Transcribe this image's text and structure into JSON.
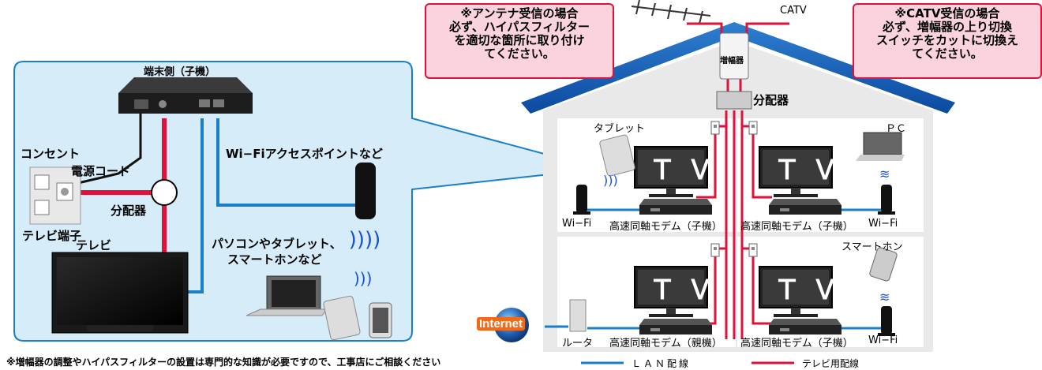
{
  "callouts": {
    "antenna": [
      "※アンテナ受信の場合",
      "必ず、ハイパスフィルター",
      "を適切な箇所に取り付け",
      "てください。"
    ],
    "catv": [
      "※CATV受信の場合",
      "必ず、増幅器の上り切換",
      "スイッチをカットに切換え",
      "てください。"
    ]
  },
  "house": {
    "catv_label": "CATV",
    "amplifier_label": "増幅器",
    "splitter_label": "分配器",
    "tablet_label": "タブレット",
    "pc_label": "ＰＣ",
    "smartphone_label": "スマートホン",
    "tv_text": "ＴＶ",
    "room_tl": {
      "wifi": "Wi−Fi",
      "modem": "高速同軸モデム（子機）"
    },
    "room_tr": {
      "modem": "高速同軸モデム（子機）",
      "wifi": "Wi−Fi"
    },
    "room_bl": {
      "router": "ルータ",
      "modem": "高速同軸モデム（親機）"
    },
    "room_br": {
      "modem": "高速同軸モデム（子機）",
      "wifi": "Wi−Fi"
    },
    "internet": "Internet"
  },
  "detail": {
    "terminal_label": "端末側（子機）",
    "outlet_label": "コンセント",
    "power_cord_label": "電源コード",
    "splitter_label": "分配器",
    "tv_terminal_label": "テレビ端子",
    "tv_label": "テレビ",
    "wifi_ap_label": "Wi−Fiアクセスポイントなど",
    "devices_label_1": "パソコンやタブレット、",
    "devices_label_2": "スマートホンなど"
  },
  "legend": {
    "lan": "ＬＡＮ配線",
    "tv": "テレビ用配線",
    "lan_color": "#1a7fc8",
    "tv_color": "#e0123b"
  },
  "footnote": "※増幅器の調整やハイパスフィルターの設置は専門的な知識が必要ですので、工事店にご相談ください"
}
